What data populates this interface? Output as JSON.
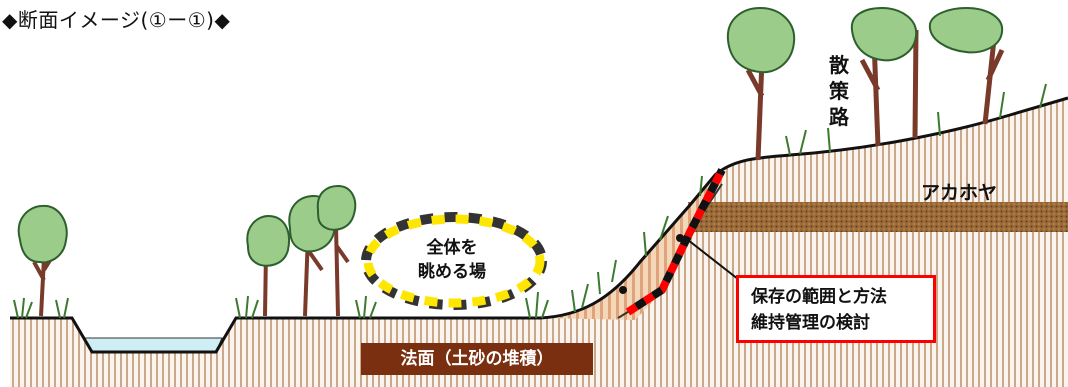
{
  "title": "◆断面イメージ(①ー①)◆",
  "labels": {
    "path_chars": [
      "散",
      "策",
      "路"
    ],
    "akahoya": "アカホヤ",
    "viewpoint_lines": [
      "全体を",
      "眺める場"
    ],
    "slope": "法面（土砂の堆積）",
    "scope_lines": [
      "保存の範囲と方法",
      "維持管理の検討"
    ]
  },
  "colors": {
    "soil_stripe": "#c9a98a",
    "akahoya_layer": "#8b5a2b",
    "water": "#cfeef3",
    "slope_box": "#7a3010",
    "scope_border": "#ff0000",
    "viewpoint_dash": "#ffe600",
    "boundary_dash": "#ff0000",
    "tree_trunk": "#7a3a2a",
    "tree_foliage": "#9ccc8a"
  }
}
